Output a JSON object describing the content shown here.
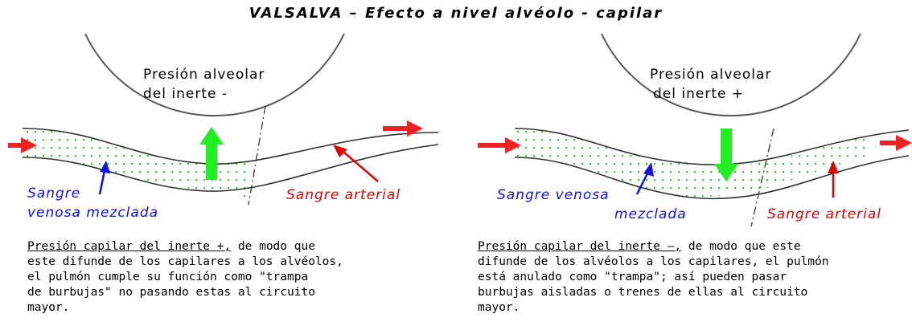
{
  "title": "VALSALVA – Efecto a nivel alvéolo - capilar",
  "left": {
    "pressure_line1": "Presión alveolar",
    "pressure_line2": "del inerte -",
    "venous_line1": "Sangre",
    "venous_line2": "venosa",
    "venous_line3": "mezclada",
    "arterial": "Sangre arterial",
    "caption_underlined": "Presión capilar del inerte +,",
    "caption_rest1": " de modo que",
    "caption_line2": "este difunde de los capilares a los alvéolos,",
    "caption_line3": "el pulmón cumple su función como \"trampa",
    "caption_line4": "de burbujas\" no pasando estas al circuito",
    "caption_line5": "mayor."
  },
  "right": {
    "pressure_line1": "Presión alveolar",
    "pressure_line2": "del inerte +",
    "venous_line1": "Sangre venosa",
    "venous_line2": "mezclada",
    "arterial": "Sangre arterial",
    "caption_underlined": "Presión capilar del inerte –,",
    "caption_rest1": " de modo que este",
    "caption_line2": "difunde de los alvéolos a los capilares, el pulmón",
    "caption_line3": "está anulado como \"trampa\"; así pueden pasar",
    "caption_line4": "burbujas aisladas o trenes de ellas al circuito",
    "caption_line5": "mayor."
  },
  "colors": {
    "venous_label": "#1010e0",
    "arterial_label": "#e00000",
    "flow_arrow": "#ee2222",
    "diffusion_arrow": "#22ee22",
    "dots": "#33cc33"
  }
}
